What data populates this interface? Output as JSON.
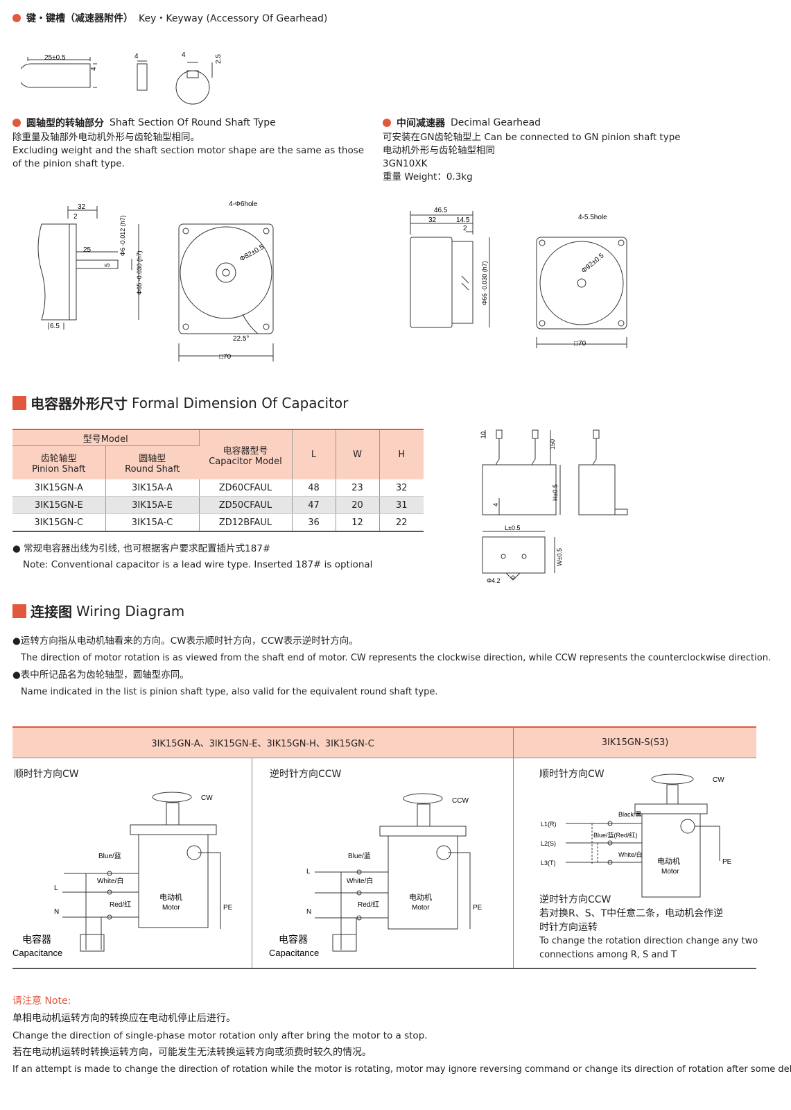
{
  "key_section": {
    "title_cn": "键・键槽（减速器附件）",
    "title_en": "Key・Keyway (Accessory Of Gearhead)",
    "dims": {
      "key_len": "25±0.5",
      "key_h": "4",
      "key_w": "4",
      "slot_w": "4",
      "slot_d": "2.5"
    }
  },
  "round_shaft": {
    "title_cn": "圆轴型的转轴部分",
    "title_en": "Shaft Section Of Round Shaft Type",
    "line1": "除重量及轴部外电动机外形与齿轮轴型相同。",
    "line2": "Excluding weight and the shaft section motor shape are the same as those",
    "line3": "of the pinion shaft type.",
    "dims": {
      "d32": "32",
      "d2": "2",
      "d25": "25",
      "d5": "5",
      "d65": "6.5",
      "shaft": "Φ6 -0.012 (h7)",
      "pilot": "Φ65 -0.030 (h7)",
      "holes": "4-Φ6hole",
      "pcd": "Φ82±0.5",
      "angle": "22.5°",
      "sq": "□70"
    }
  },
  "decimal_gearhead": {
    "title_cn": "中间减速器",
    "title_en": "Decimal Gearhead",
    "line1": "可安装在GN齿轮轴型上 Can be connected to GN pinion shaft type",
    "line2": "电动机外形与齿轮轴型相同",
    "line3": "3GN10XK",
    "line4": "重量 Weight：0.3kg",
    "dims": {
      "d465": "46.5",
      "d32": "32",
      "d145": "14.5",
      "d2": "2",
      "pilot": "Φ66 -0.030 (h7)",
      "holes": "4-5.5hole",
      "pcd": "Φ92±0.5",
      "sq": "□70"
    }
  },
  "capacitor": {
    "title_cn": "电容器外形尺寸",
    "title_en": "Formal Dimension Of Capacitor",
    "header": {
      "model": "型号Model",
      "pinion_cn": "齿轮轴型",
      "pinion_en": "Pinion Shaft",
      "round_cn": "圆轴型",
      "round_en": "Round Shaft",
      "cap_cn": "电容器型号",
      "cap_en": "Capacitor Model",
      "L": "L",
      "W": "W",
      "H": "H"
    },
    "rows": [
      [
        "3IK15GN-A",
        "3IK15A-A",
        "ZD60CFAUL",
        "48",
        "23",
        "32"
      ],
      [
        "3IK15GN-E",
        "3IK15A-E",
        "ZD50CFAUL",
        "47",
        "20",
        "31"
      ],
      [
        "3IK15GN-C",
        "3IK15A-C",
        "ZD12BFAUL",
        "36",
        "12",
        "22"
      ]
    ],
    "note_cn": "● 常规电容器出线为引线, 也可根据客户要求配置插片式187#",
    "note_en": "Note: Conventional capacitor is a lead wire type. Inserted 187# is optional",
    "dims": {
      "d10": "10",
      "d150": "150",
      "h": "H±0.5",
      "d4": "4",
      "l": "L±0.5",
      "w": "W±0.5",
      "hole": "Φ4.2"
    }
  },
  "wiring": {
    "title_cn": "连接图",
    "title_en": "Wiring Diagram",
    "line1": "●运转方向指从电动机轴看来的方向。CW表示顺时针方向，CCW表示逆时针方向。",
    "line2": "The direction of motor rotation is as viewed from the shaft end of motor. CW represents the clockwise direction, while CCW represents the counterclockwise direction.",
    "line3": "●表中所记品名为齿轮轴型，圆轴型亦同。",
    "line4": "Name indicated in the list is pinion shaft type, also valid for the equivalent round shaft type.",
    "col1_header": "3IK15GN-A、3IK15GN-E、3IK15GN-H、3IK15GN-C",
    "col2_header": "3IK15GN-S(S3)",
    "cw_title": "顺时针方向CW",
    "ccw_title": "逆时针方向CCW",
    "cw_label": "CW",
    "ccw_label": "CCW",
    "blue": "Blue/蓝",
    "white": "White/白",
    "red": "Red/红",
    "black": "Black/黑",
    "blue_red": "Blue/蓝(Red/红)",
    "L": "L",
    "N": "N",
    "PE": "PE",
    "L1": "L1(R)",
    "L2": "L2(S)",
    "L3": "L3(T)",
    "motor_cn": "电动机",
    "motor_en": "Motor",
    "cap_cn": "电容器",
    "cap_en": "Capacitance",
    "s3_ccw_title": "逆时针方向CCW",
    "s3_line1": "若对换R、S、T中任意二条，电动机会作逆",
    "s3_line2": "时针方向运转",
    "s3_line3": "To change the rotation direction change any two",
    "s3_line4": "connections among R, S and T"
  },
  "note": {
    "title": "请注意 Note:",
    "line1": "单相电动机运转方向的转换应在电动机停止后进行。",
    "line2": "Change the direction of single-phase motor rotation only after bring the motor to a stop.",
    "line3": "若在电动机运转时转换运转方向，可能发生无法转换运转方向或须费时较久的情况。",
    "line4": "If an attempt is made to change the direction of rotation while the motor is rotating, motor may ignore reversing command or change its direction of rotation after some delay."
  }
}
